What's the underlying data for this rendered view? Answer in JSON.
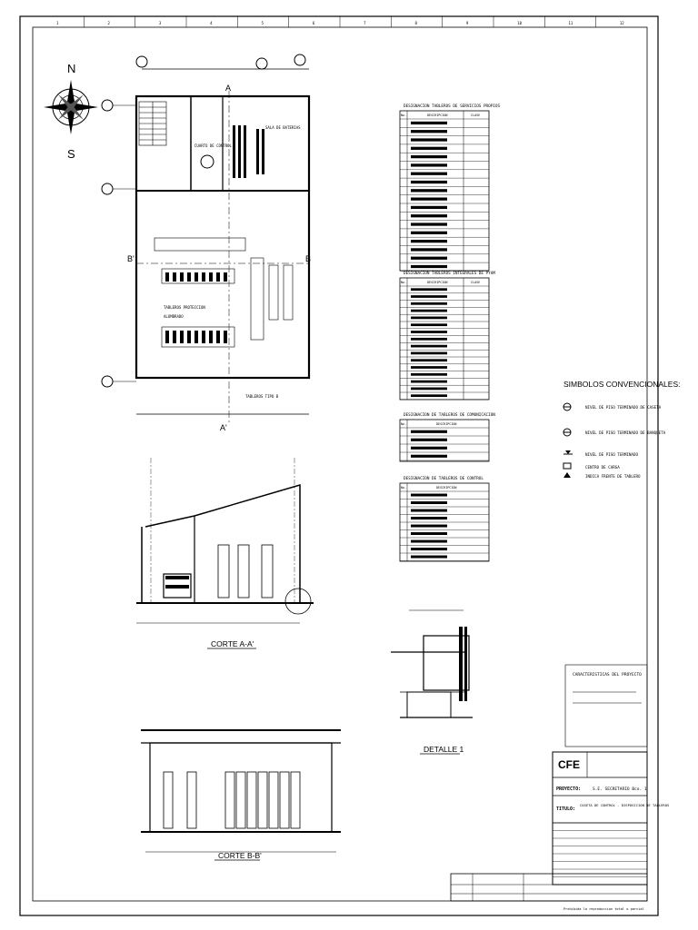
{
  "frame": {
    "columns": [
      "1",
      "2",
      "3",
      "4",
      "5",
      "6",
      "7",
      "8",
      "9",
      "10",
      "11",
      "12"
    ]
  },
  "compass": {
    "north": "N",
    "south": "S"
  },
  "plan": {
    "axes": [
      "A",
      "A'",
      "B",
      "B'"
    ],
    "rooms": [
      "SALA DE BATERIAS",
      "CUARTO DE CONTROL",
      "TABLEROS PROTECCION",
      "ALUMBRADO"
    ],
    "note": "TABLEROS TIPO B"
  },
  "tables": {
    "servicios": {
      "title": "DESIGNACION TABLEROS DE SERVICIOS PROPIOS",
      "headers": [
        "No.",
        "DESCRIPCION",
        "CLAVE"
      ],
      "rows": 18
    },
    "pyam": {
      "title": "DESIGNACION TABLEROS INTEGRALES DE PYAM",
      "headers": [
        "No.",
        "DESCRIPCION",
        "CLAVE"
      ],
      "rows": 16
    },
    "comunicacion": {
      "title": "DESIGNACION DE TABLEROS DE COMUNICACION",
      "headers": [
        "No.",
        "DESCRIPCION"
      ],
      "rows": 4
    },
    "control": {
      "title": "DESIGNACION DE TABLEROS DE CONTROL",
      "headers": [
        "No.",
        "DESCRIPCION"
      ],
      "rows": 9
    }
  },
  "simbolos": {
    "title": "SIMBOLOS CONVENCIONALES:",
    "items": [
      "NIVEL DE PISO TERMINADO DE CASETA",
      "NIVEL DE PISO TERMINADO DE BANQUETA",
      "NIVEL DE PISO TERMINADO",
      "CENTRO DE CARGA",
      "INDICA FRENTE DE TABLERO"
    ]
  },
  "sections": {
    "corte_a": "CORTE A-A'",
    "corte_b": "CORTE B-B'",
    "detalle": "DETALLE 1"
  },
  "caracteristicas": {
    "title": "CARACTERISTICAS DEL PROYECTO"
  },
  "title_block": {
    "logo": "CFE",
    "proyecto_label": "PROYECTO:",
    "proyecto": "S.E. SECRETARIO Bco. 1",
    "titulo_label": "TITULO:",
    "titulo": "CASETA DE CONTROL - DISPOSICION DE TABLEROS",
    "footer": "Prohibida la reproduccion total o parcial"
  },
  "colors": {
    "line": "#000000",
    "background": "#ffffff"
  }
}
